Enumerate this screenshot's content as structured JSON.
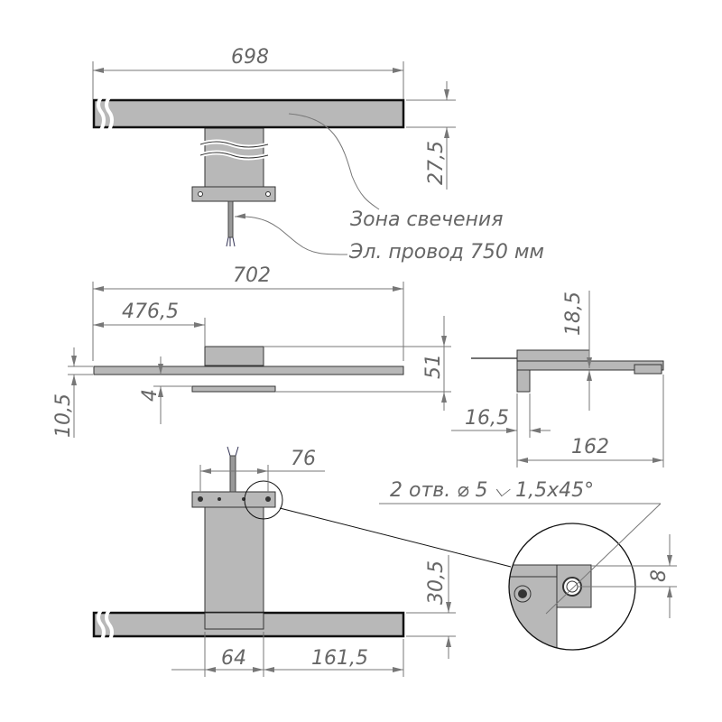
{
  "dimensions": {
    "top_length": "698",
    "top_height": "27,5",
    "mid_length": "702",
    "mid_offset": "476,5",
    "mid_height": "51",
    "mid_bar": "10,5",
    "mid_gap": "4",
    "side_height": "18,5",
    "side_offset": "16,5",
    "side_depth": "162",
    "bracket_holes": "76",
    "bottom_depth": "30,5",
    "bottom_stem": "64",
    "bottom_right": "161,5",
    "detail_hole": "8"
  },
  "notes": {
    "glow_zone": "Зона свечения",
    "cable": "Эл. провод 750 мм",
    "holes": "2 отв. ⌀ 5 ⌵ 1,5x45°"
  },
  "colors": {
    "body": "#b8b8b8",
    "lines": "#777777"
  }
}
